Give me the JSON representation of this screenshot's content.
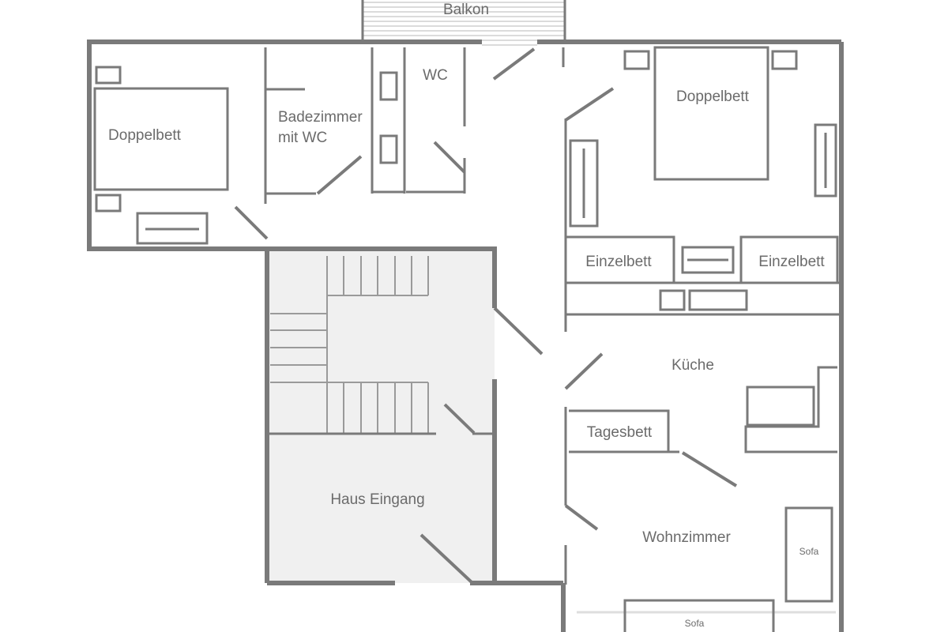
{
  "plan": {
    "labels": {
      "balkon": "Balkon",
      "wc": "WC",
      "bad_line1": "Badezimmer",
      "bad_line2": "mit WC",
      "doppelbett_left": "Doppelbett",
      "doppelbett_right": "Doppelbett",
      "einzelbett_1": "Einzelbett",
      "einzelbett_2": "Einzelbett",
      "kueche": "Küche",
      "tagesbett": "Tagesbett",
      "haus_eingang": "Haus Eingang",
      "wohnzimmer": "Wohnzimmer",
      "sofa_right": "Sofa",
      "sofa_bottom": "Sofa"
    },
    "colors": {
      "wall": "#7a7a7a",
      "stair_fill": "#f0f0f0",
      "balkon_hatch": "#d0d0d0",
      "text": "#6b6b6b"
    }
  }
}
